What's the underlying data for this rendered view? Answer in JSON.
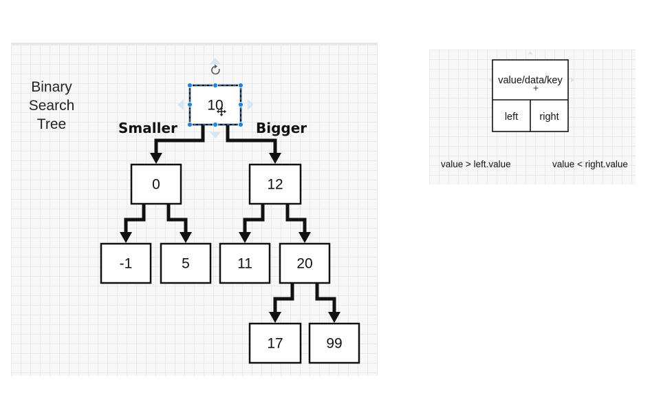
{
  "diagram": {
    "title_lines": [
      "Binary",
      "Search",
      "Tree"
    ],
    "left_label": "Smaller",
    "right_label": "Bigger",
    "nodes": [
      {
        "id": "n10",
        "label": "10"
      },
      {
        "id": "n0",
        "label": "0"
      },
      {
        "id": "n12",
        "label": "12"
      },
      {
        "id": "n-1",
        "label": "-1"
      },
      {
        "id": "n5",
        "label": "5"
      },
      {
        "id": "n11",
        "label": "11"
      },
      {
        "id": "n20",
        "label": "20"
      },
      {
        "id": "n17",
        "label": "17"
      },
      {
        "id": "n99",
        "label": "99"
      }
    ],
    "edges": [
      {
        "from": "n10",
        "to": "n0"
      },
      {
        "from": "n10",
        "to": "n12"
      },
      {
        "from": "n0",
        "to": "n-1"
      },
      {
        "from": "n0",
        "to": "n5"
      },
      {
        "from": "n12",
        "to": "n11"
      },
      {
        "from": "n12",
        "to": "n20"
      },
      {
        "from": "n20",
        "to": "n17"
      },
      {
        "from": "n20",
        "to": "n99"
      }
    ]
  },
  "node_structure": {
    "value_label": "value/data/key",
    "left_label": "left",
    "right_label": "right",
    "left_rule": "value > left.value",
    "right_rule": "value < right.value"
  },
  "icons": {
    "rotate": "rotate-icon",
    "move": "move-cursor-icon"
  },
  "colors": {
    "selection": "#1e88e5",
    "stroke": "#111111"
  }
}
